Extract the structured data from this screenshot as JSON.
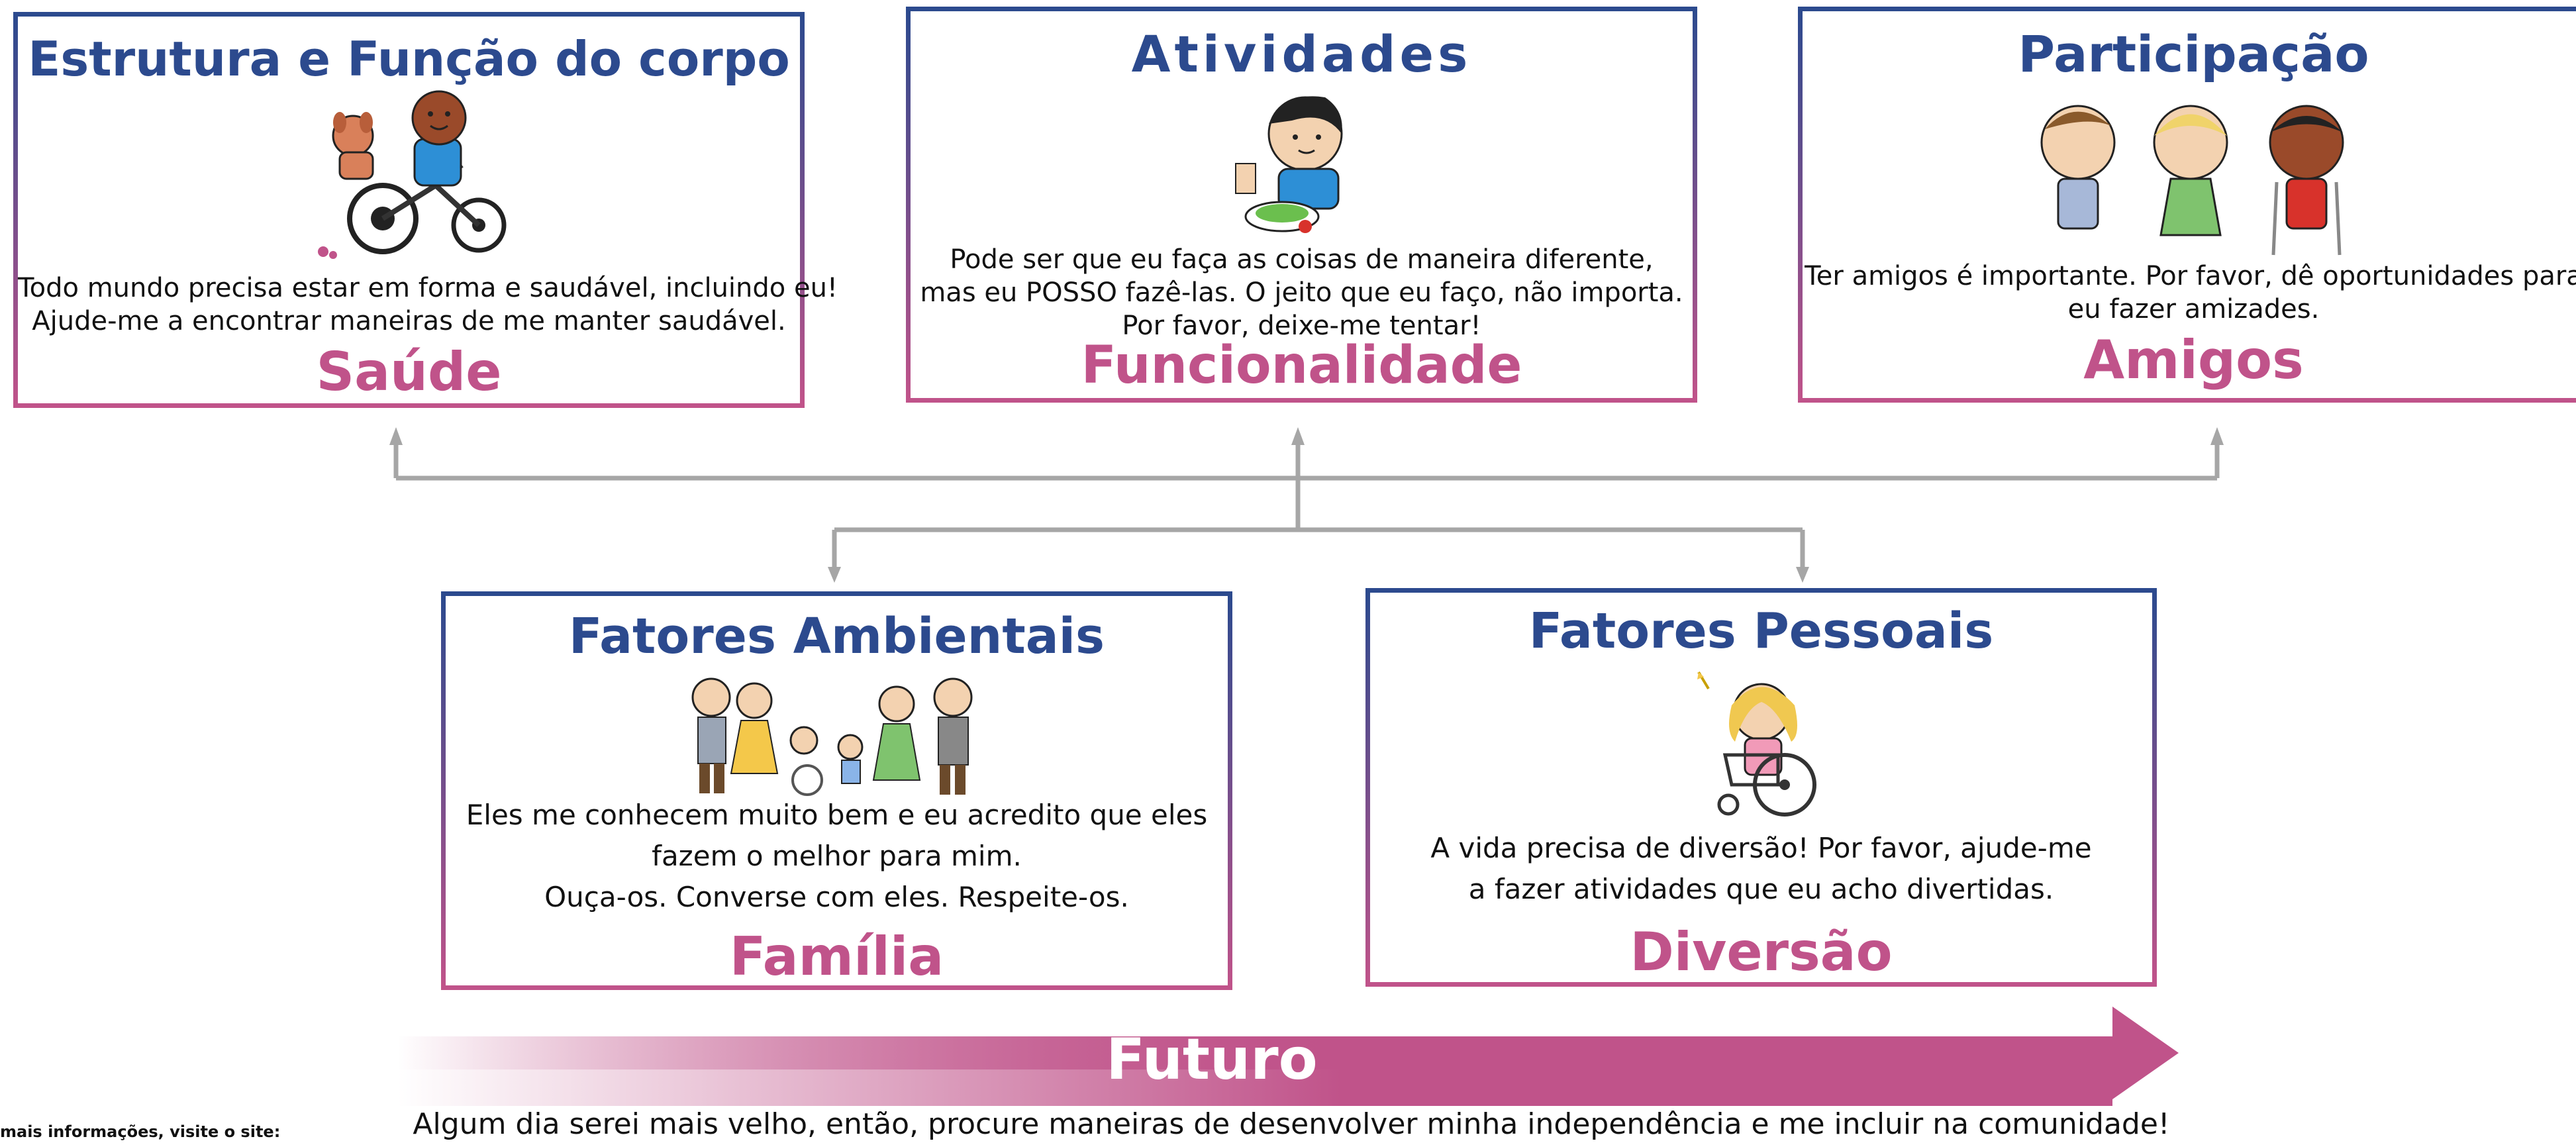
{
  "colors": {
    "title_blue": "#2c4a8e",
    "keyword_pink": "#c0538a",
    "connector_gray": "#a6a6a6"
  },
  "boxes": {
    "body": {
      "title": "Estrutura e Função do corpo",
      "text": [
        "Todo mundo precisa estar em forma e saudável,  incluindo eu!",
        "Ajude-me  a encontrar  maneiras  de me manter  saudável."
      ],
      "keyword": "Saúde",
      "illustration": "child-tricycle-dog-illustration"
    },
    "activities": {
      "title": "Atividades",
      "text": [
        "Pode ser que eu faça as coisas de maneira diferente,",
        "mas eu POSSO fazê-las. O jeito que eu faço, não  importa.",
        "Por favor, deixe-me tentar!"
      ],
      "keyword": "Funcionalidade",
      "illustration": "child-eating-illustration"
    },
    "participation": {
      "title": "Participação",
      "text": [
        "Ter amigos é importante. Por favor, dê oportunidades para",
        "eu fazer amizades."
      ],
      "keyword": "Amigos",
      "illustration": "three-children-illustration"
    },
    "environmental": {
      "title": "Fatores Ambientais",
      "text": [
        "Eles me conhecem muito bem e eu acredito que eles",
        "fazem o melhor para mim.",
        "Ouça-os. Converse com eles. Respeite-os."
      ],
      "keyword": "Família",
      "illustration": "family-illustration"
    },
    "personal": {
      "title": "Fatores Pessoais",
      "text": [
        "A vida precisa de diversão! Por favor, ajude-me",
        "a fazer atividades que eu acho divertidas."
      ],
      "keyword": "Diversão",
      "illustration": "girl-wheelchair-illustration"
    }
  },
  "future": {
    "label": "Futuro",
    "text": "Algum dia serei mais velho, então, procure maneiras de desenvolver minha independência e me incluir na comunidade!"
  },
  "side_note": "mais informações, visite o site:"
}
